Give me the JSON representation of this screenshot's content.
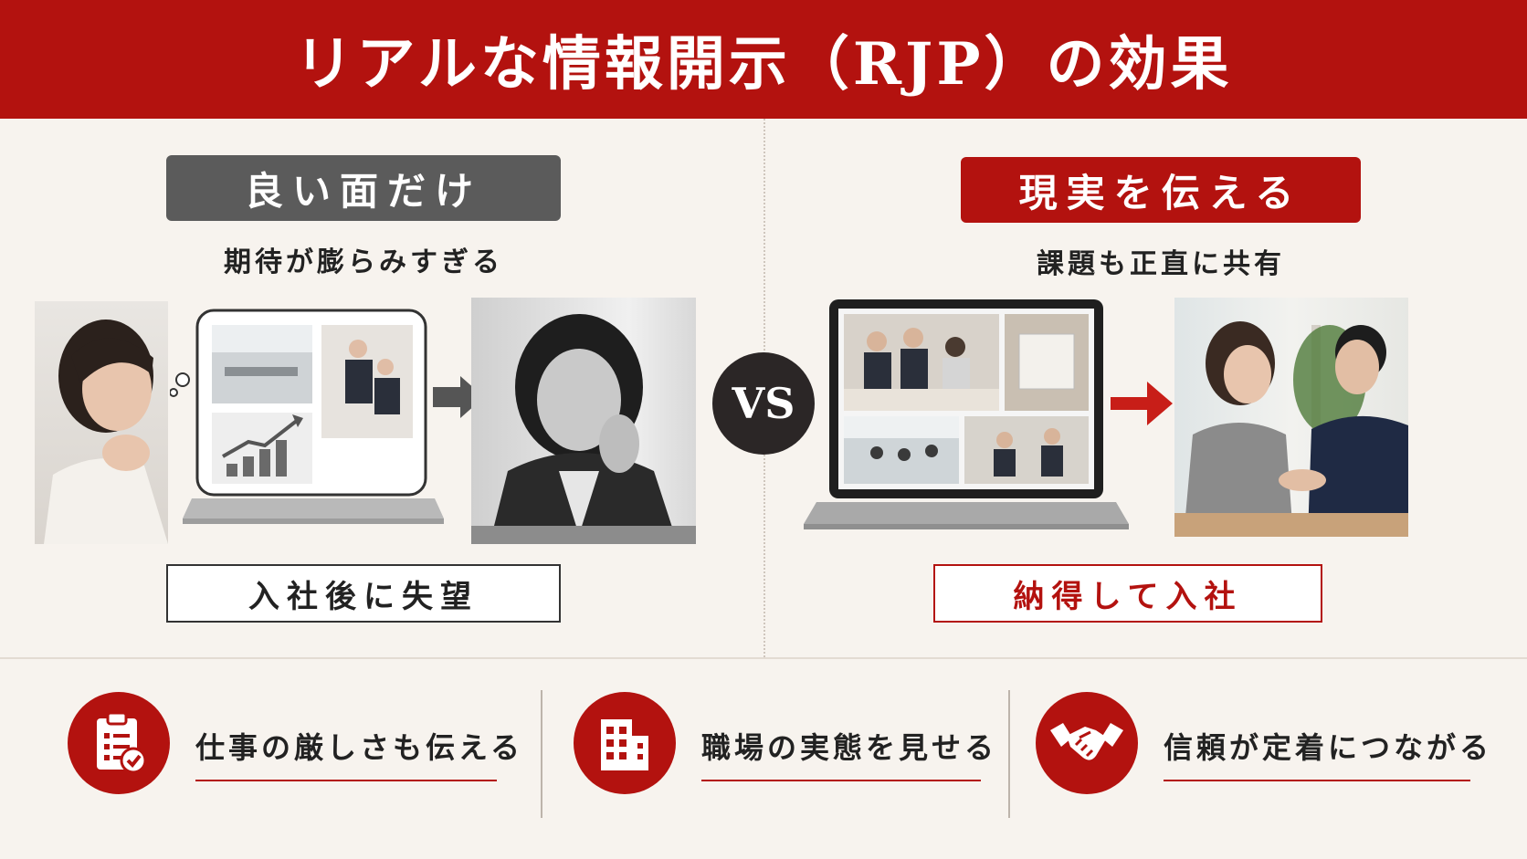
{
  "title": "リアルな情報開示（RJP）の効果",
  "left": {
    "badge": "良い面だけ",
    "subtitle": "期待が膨らみすぎる",
    "result": "入社後に失望"
  },
  "vs_label": "VS",
  "right": {
    "badge": "現実を伝える",
    "subtitle": "課題も正直に共有",
    "result": "納得して入社"
  },
  "footer": [
    {
      "label": "仕事の厳しさも伝える",
      "icon": "clipboard-check-icon"
    },
    {
      "label": "職場の実態を見せる",
      "icon": "building-icon"
    },
    {
      "label": "信頼が定着につながる",
      "icon": "handshake-icon"
    }
  ],
  "colors": {
    "accent": "#b3120f",
    "dark": "#5b5b5b",
    "background": "#f7f3ee"
  }
}
